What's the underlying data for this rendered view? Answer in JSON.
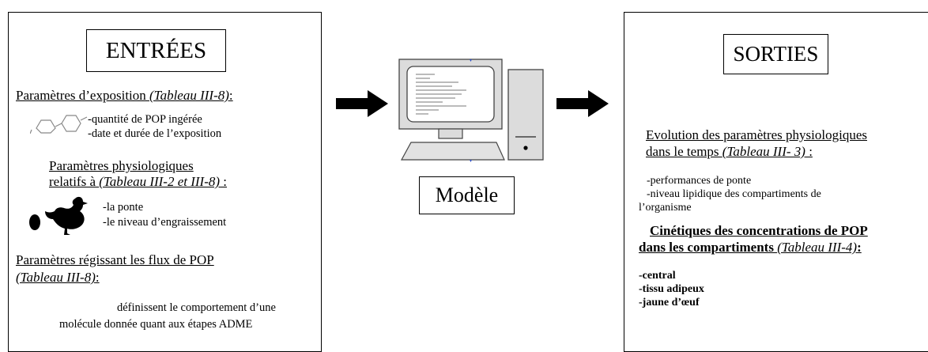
{
  "left": {
    "title": "ENTRÉES",
    "exposure": {
      "heading": "Paramètres d’exposition ",
      "ref": "(Tableau III-8)",
      "colon": ":",
      "items": [
        "-quantité de POP ingérée",
        "-date et durée de l’exposition"
      ]
    },
    "physio": {
      "heading1": "Paramètres physiologiques",
      "heading2": "relatifs à ",
      "ref": "(Tableau III-2 et III-8)",
      "colon": " :",
      "items": [
        "-la ponte",
        "-le niveau d’engraissement"
      ]
    },
    "flux": {
      "heading": "Paramètres régissant les flux de POP",
      "ref": "(Tableau III-8)",
      "colon": ":",
      "desc1": "définissent le comportement d’une",
      "desc2": "molécule donnée quant aux étapes ADME"
    }
  },
  "center": {
    "label": "Modèle"
  },
  "right": {
    "title": "SORTIES",
    "evolution": {
      "heading1": "Evolution des paramètres physiologiques",
      "heading2": "dans le temps ",
      "ref": "(Tableau III- 3)",
      "colon": " :",
      "items": [
        "-performances de ponte",
        "-niveau lipidique des compartiments de",
        "l’organisme"
      ]
    },
    "kinetics": {
      "heading1": "Cinétiques des concentrations de POP",
      "heading2": "dans les compartiments ",
      "ref": "(Tableau III-4)",
      "colon": ":",
      "items": [
        "-central",
        "-tissu adipeux",
        "-jaune d’œuf"
      ]
    }
  },
  "icons": {
    "molecule": "molecule-icon",
    "hen": "hen-icon",
    "egg": "egg-icon",
    "computer": "computer-icon",
    "arrow": "arrow-right-icon"
  }
}
